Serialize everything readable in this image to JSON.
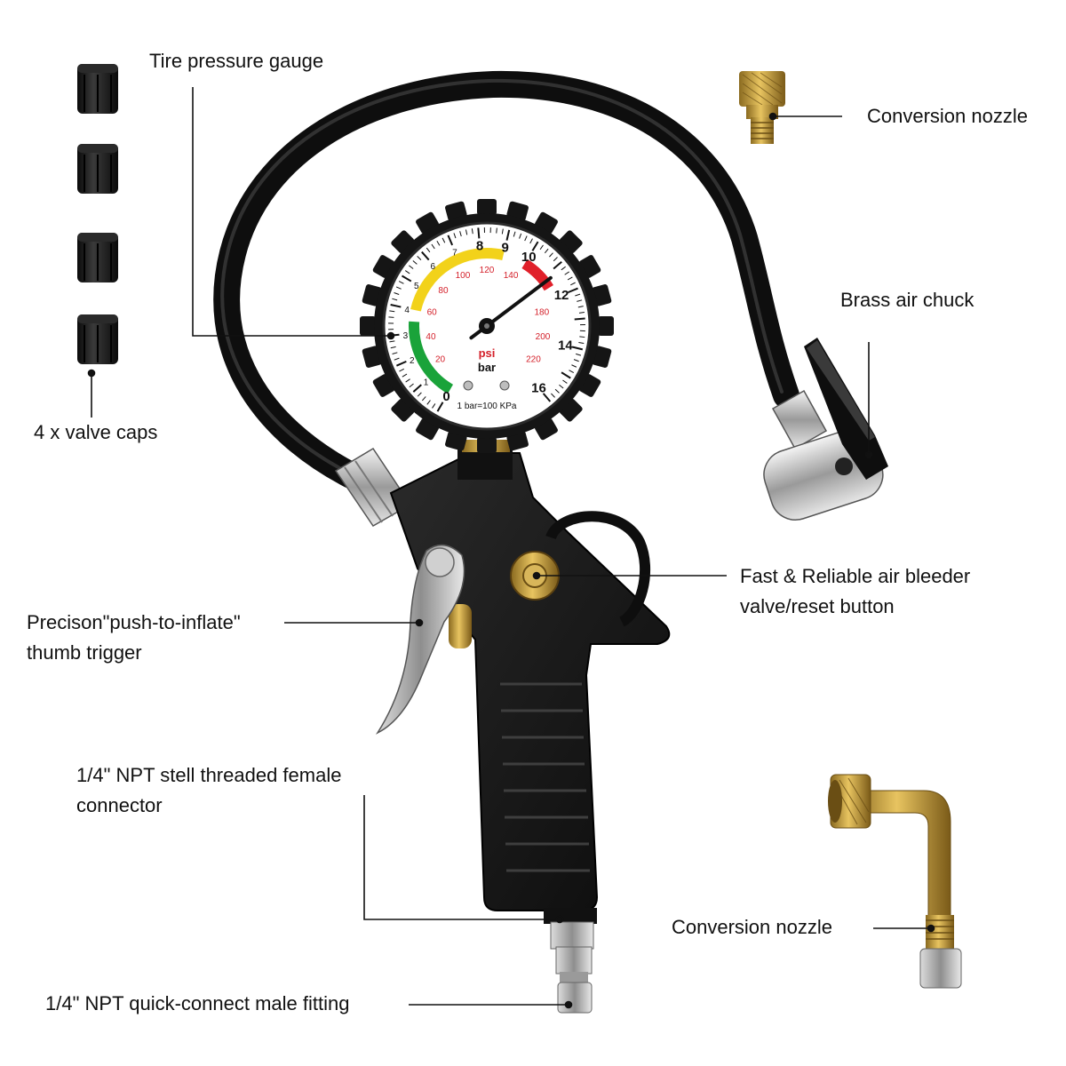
{
  "labels": {
    "tire_pressure_gauge": "Tire pressure gauge",
    "conversion_nozzle_top": "Conversion nozzle",
    "brass_air_chuck": "Brass air chuck",
    "valve_caps": "4 x valve caps",
    "bleeder_line1": "Fast & Reliable air bleeder",
    "bleeder_line2": "valve/reset button",
    "trigger_line1": "Precison\"push-to-inflate\"",
    "trigger_line2": "thumb trigger",
    "female_connector_line1": "1/4\" NPT stell threaded female",
    "female_connector_line2": "connector",
    "conversion_nozzle_bottom": "Conversion nozzle",
    "male_fitting": "1/4\" NPT quick-connect male fitting"
  },
  "gauge": {
    "bar_scale": [
      "0",
      "1",
      "2",
      "3",
      "4",
      "5",
      "6",
      "7",
      "8",
      "9",
      "10",
      "12",
      "14",
      "16"
    ],
    "psi_scale": [
      "20",
      "40",
      "60",
      "80",
      "100",
      "120",
      "140",
      "180",
      "200",
      "220"
    ],
    "unit_psi": "psi",
    "unit_bar": "bar",
    "conversion_note": "1 bar=100 KPa",
    "needle_reading_bar": 11.2,
    "zones": [
      {
        "color": "#1aa33a",
        "from_bar": 0,
        "to_bar": 3.5
      },
      {
        "color": "#f2d21a",
        "from_bar": 4,
        "to_bar": 9
      },
      {
        "color": "#e0202a",
        "from_bar": 10,
        "to_bar": 11.5
      }
    ]
  },
  "colors": {
    "rubber_black": "#151515",
    "brass": "#c49a3a",
    "chrome": "#c8c8c8",
    "gauge_red": "#d4202a"
  }
}
